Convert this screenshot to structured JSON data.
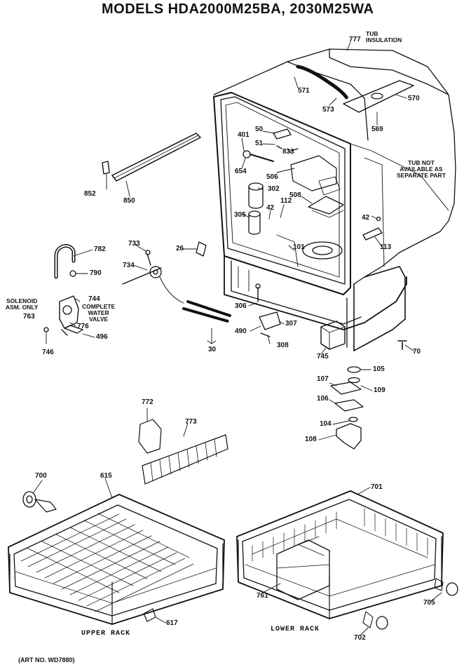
{
  "title": "MODELS HDA2000M25BA, 2030M25WA",
  "art_number": "(ART NO. WD7880)",
  "captions": {
    "upper_rack": "UPPER RACK",
    "lower_rack": "LOWER RACK"
  },
  "notes": {
    "tub_insulation": [
      "TUB",
      "INSULATION"
    ],
    "tub_not_available": [
      "TUB NOT",
      "AVAILABLE AS",
      "SEPARATE PART"
    ],
    "solenoid": [
      "SOLENOID",
      "ASM. ONLY"
    ],
    "complete_valve": [
      "COMPLETE",
      "WATER",
      "VALVE"
    ]
  },
  "parts": [
    "777",
    "571",
    "570",
    "573",
    "569",
    "50",
    "51",
    "401",
    "833",
    "654",
    "506",
    "302",
    "508",
    "42",
    "112",
    "305",
    "42",
    "113",
    "101",
    "852",
    "850",
    "782",
    "790",
    "733",
    "26",
    "734",
    "744",
    "763",
    "776",
    "746",
    "496",
    "306",
    "307",
    "490",
    "308",
    "30",
    "745",
    "70",
    "105",
    "107",
    "109",
    "106",
    "104",
    "108",
    "772",
    "773",
    "700",
    "615",
    "701",
    "761",
    "617",
    "702",
    "705"
  ]
}
